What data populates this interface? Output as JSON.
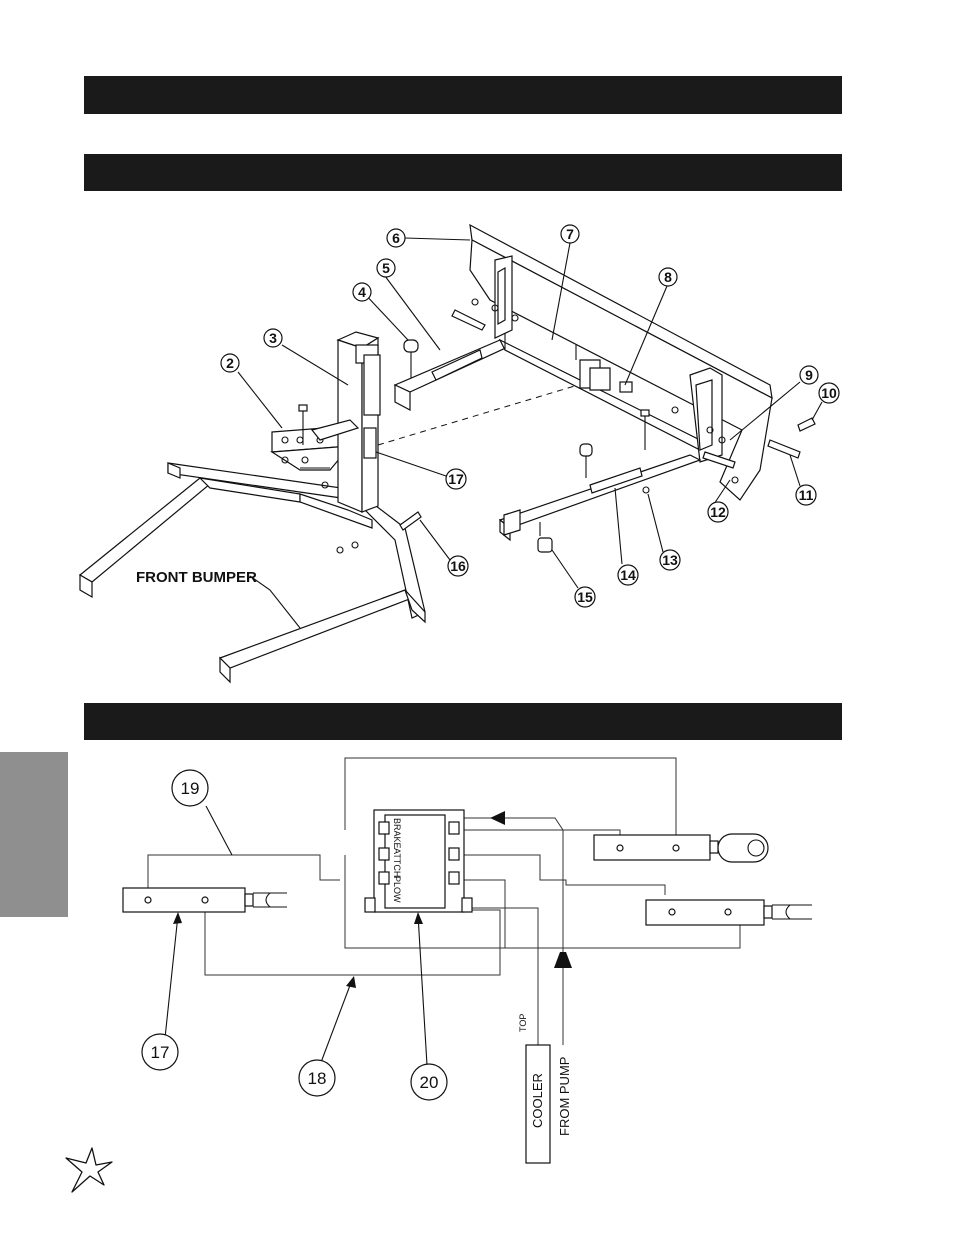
{
  "header_bars": [
    "",
    "",
    ""
  ],
  "exploded_view": {
    "callouts": [
      "2",
      "3",
      "4",
      "5",
      "6",
      "7",
      "8",
      "9",
      "10",
      "11",
      "12",
      "13",
      "14",
      "15",
      "16",
      "17"
    ],
    "front_bumper_label": "FRONT BUMPER"
  },
  "hydraulic_schematic": {
    "callouts": [
      "19",
      "17",
      "18",
      "20"
    ],
    "valve_sections": [
      "BRAKE",
      "ATTCH",
      "PLOW"
    ],
    "cooler_label": "COOLER",
    "top_label": "TOP",
    "from_pump_label": "FROM PUMP"
  },
  "colors": {
    "bars": "#1a1a1a",
    "side_tab": "#8f8f8f"
  },
  "icons": [
    "star-logo-icon"
  ]
}
